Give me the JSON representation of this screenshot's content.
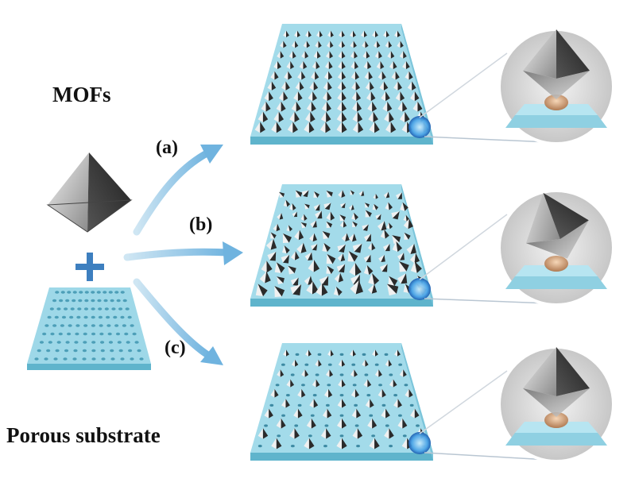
{
  "labels": {
    "mofs": "MOFs",
    "substrate": "Porous substrate",
    "route_a": "(a)",
    "route_b": "(b)",
    "route_c": "(c)"
  },
  "routes": [
    {
      "id": "a",
      "name": "route-a",
      "arrangement": "ordered"
    },
    {
      "id": "b",
      "name": "route-b",
      "arrangement": "disordered"
    },
    {
      "id": "c",
      "name": "route-c",
      "arrangement": "sparse-ordered"
    }
  ],
  "colors": {
    "substrate": "#8fd3e4",
    "substrate_edge": "#5fb4cc",
    "arrow": "#8cc5e4",
    "plus": "#3d7fbf",
    "crystal_dark": "#2a2a2a",
    "crystal_light": "#e6e6e6",
    "inset_bg": "#d9d9d9",
    "halo": "#2f7bd6"
  }
}
